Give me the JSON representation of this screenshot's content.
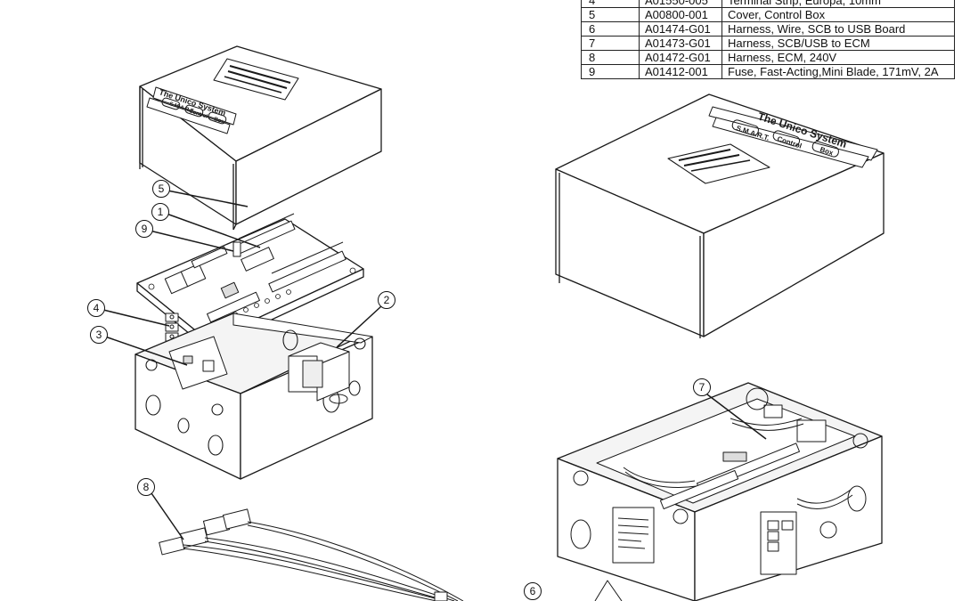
{
  "parts_table": {
    "rows": [
      {
        "num": "4",
        "part": "A01550-005",
        "desc": "Terminal Strip, Europa, 10mm"
      },
      {
        "num": "5",
        "part": "A00800-001",
        "desc": "Cover, Control Box"
      },
      {
        "num": "6",
        "part": "A01474-G01",
        "desc": "Harness, Wire, SCB to USB Board"
      },
      {
        "num": "7",
        "part": "A01473-G01",
        "desc": "Harness, SCB/USB to ECM"
      },
      {
        "num": "8",
        "part": "A01472-G01",
        "desc": "Harness, ECM, 240V"
      },
      {
        "num": "9",
        "part": "A01412-001",
        "desc": "Fuse, Fast-Acting,Mini Blade, 171mV, 2A"
      }
    ]
  },
  "callouts": {
    "c1": "1",
    "c2": "2",
    "c3": "3",
    "c4": "4",
    "c5": "5",
    "c6": "6",
    "c7": "7",
    "c8": "8",
    "c9": "9"
  },
  "cover_labels": {
    "brand": "The Unico System",
    "smart": "S.M.A.R.T.",
    "control": "Control",
    "box": "Box"
  },
  "colors": {
    "line": "#1a1a1a",
    "fill": "#ffffff",
    "shade": "#e8e8e8"
  }
}
